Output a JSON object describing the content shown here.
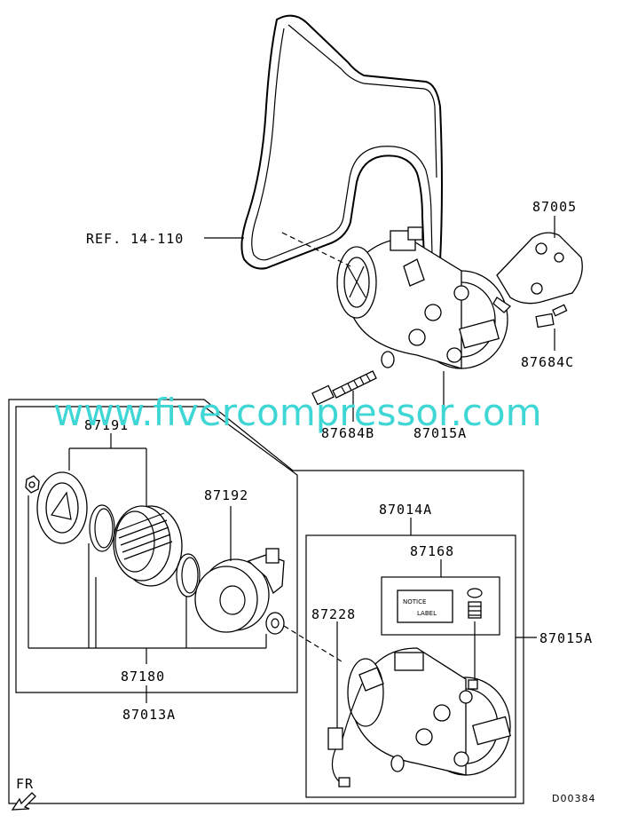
{
  "labels": {
    "belt_ref": "REF. 14-110",
    "bracket": "87005",
    "bracket_bolt": "87684C",
    "long_bolt": "87684B",
    "compressor_top": "87015A",
    "clutch_plate": "87191",
    "field_coil": "87192",
    "clutch_kit": "87180",
    "clutch_assy": "87013A",
    "compressor_kit": "87014A",
    "notice_kit": "87168",
    "harness": "87228",
    "compressor_right": "87015A",
    "notice_label_line1": "NOTICE",
    "notice_label_line2": "LABEL",
    "front_marker": "FR",
    "diagram_code": "D00384"
  },
  "watermark": "www.fivercompressor.com",
  "colors": {
    "line": "#000000",
    "watermark": "#3fd6d6",
    "background": "#ffffff"
  }
}
